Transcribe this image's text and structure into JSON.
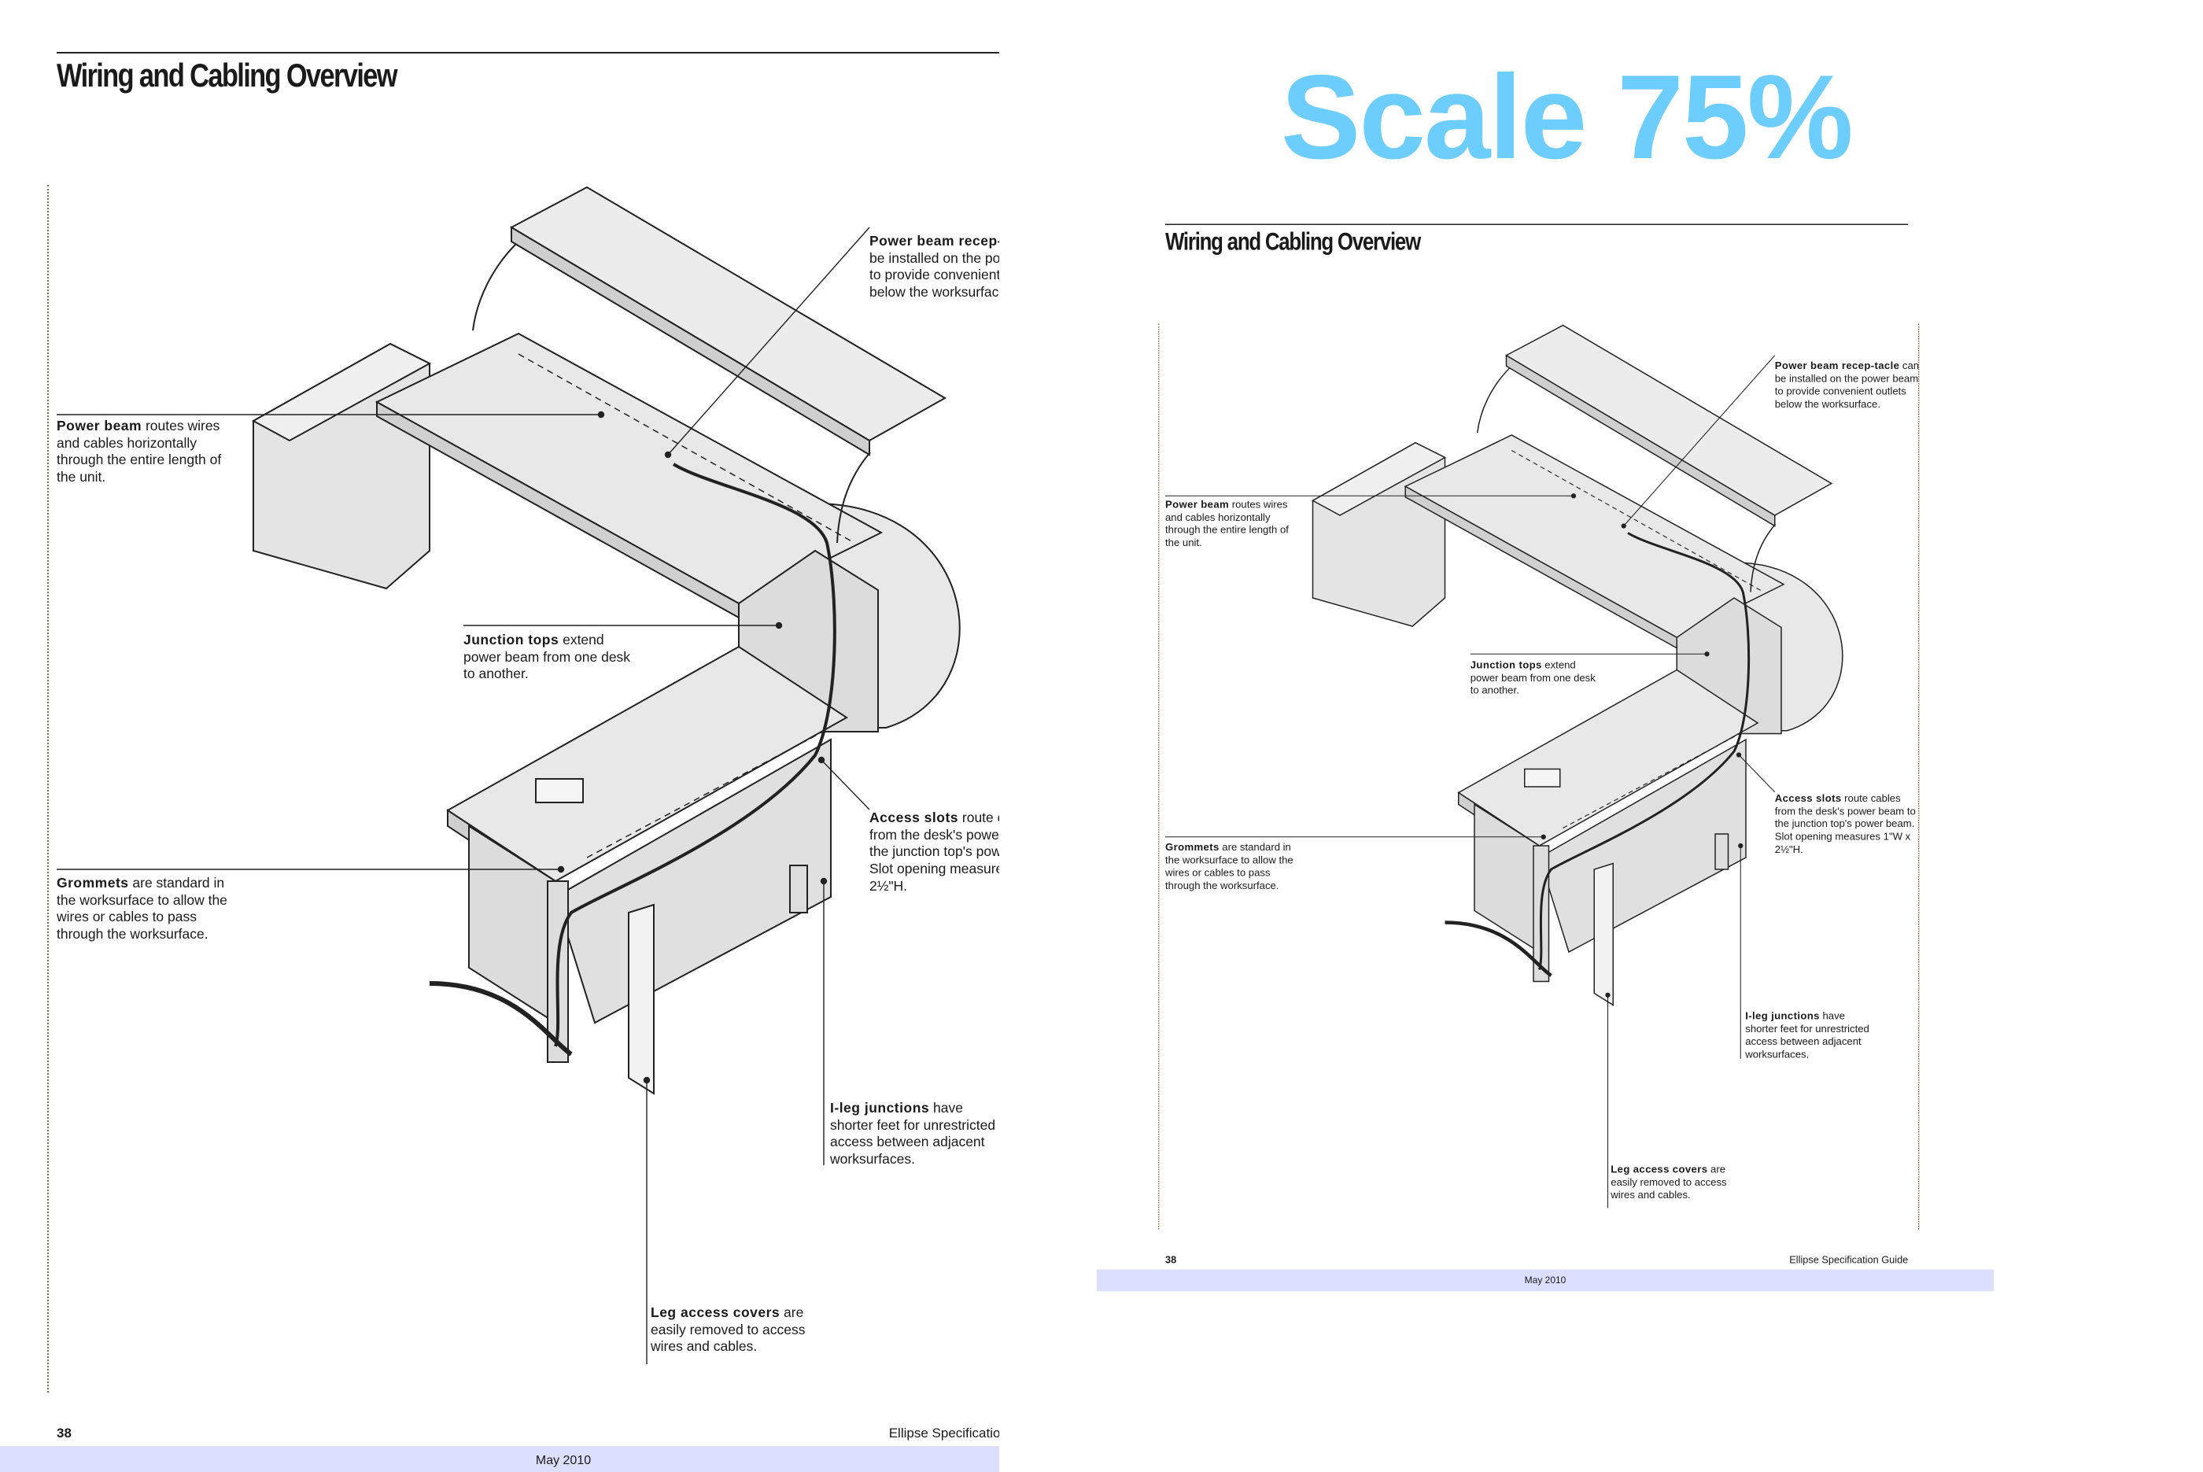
{
  "overlay": {
    "scale_label": "Scale 75%"
  },
  "page": {
    "title": "Wiring and Cabling Overview",
    "page_number": "38",
    "guide_name": "Ellipse Specification Guide",
    "date": "May 2010",
    "callouts": {
      "receptacle": {
        "bold": "Power beam recep-tacle",
        "text": " can be installed on the power beam to provide convenient outlets below the worksurface."
      },
      "power_beam": {
        "bold": "Power beam",
        "text": " routes wires and cables horizontally through the entire length of the unit."
      },
      "junction_tops": {
        "bold": "Junction tops",
        "text": " extend power beam from one desk to another."
      },
      "access_slots": {
        "bold": "Access slots",
        "text": " route cables from the desk's power beam to the junction top's power beam. Slot opening measures 1\"W x 2½\"H."
      },
      "grommets": {
        "bold": "Grommets",
        "text": " are standard in the worksurface to allow the wires or cables to pass through the worksurface."
      },
      "i_leg": {
        "bold": "I-leg junctions",
        "text": " have shorter feet for unrestricted access between adjacent worksurfaces."
      },
      "leg_covers": {
        "bold": "Leg access covers",
        "text": " are easily removed to access wires and cables."
      }
    }
  }
}
